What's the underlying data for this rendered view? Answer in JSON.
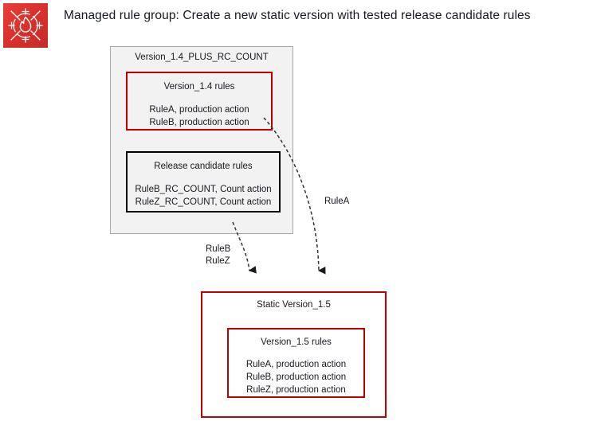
{
  "page": {
    "title": "Managed rule group: Create a new static version with tested release candidate rules",
    "logo_icon": "aws-waf-flame-target-icon",
    "background_color": "#ffffff"
  },
  "colors": {
    "red_border": "#c00000",
    "black_border": "#000000",
    "gray_fill": "#f2f2f2",
    "gray_border": "#a6a6a6",
    "logo_red": "#e8403a",
    "text": "#16191f",
    "arrow": "#333333"
  },
  "diagram": {
    "type": "flow-diagram",
    "outer_group": {
      "label": "Version_1.4_PLUS_RC_COUNT",
      "border_color": "#a6a6a6",
      "fill": "#f2f2f2"
    },
    "boxes": [
      {
        "id": "version_1_4_rules",
        "title": "Version_1.4 rules",
        "border_color": "#c00000",
        "lines": [
          "RuleA, production action",
          "RuleB, production action"
        ]
      },
      {
        "id": "release_candidate_rules",
        "title": "Release candidate rules",
        "border_color": "#000000",
        "lines": [
          "RuleB_RC_COUNT, Count action",
          "RuleZ_RC_COUNT, Count action"
        ]
      },
      {
        "id": "static_version_1_5",
        "title": "Static Version_1.5",
        "border_color": "#c00000",
        "lines": []
      },
      {
        "id": "version_1_5_rules",
        "title": "Version_1.5 rules",
        "border_color": "#c00000",
        "lines": [
          "RuleA, production action",
          "RuleB, production action",
          "RuleZ, production action"
        ]
      }
    ],
    "arrows": [
      {
        "id": "arrow-rulea",
        "label": "RuleA",
        "from": "version_1_4_rules",
        "to": "static_version_1_5",
        "style": "dashed-curved"
      },
      {
        "id": "arrow-rulebz",
        "label_line1": "RuleB",
        "label_line2": "RuleZ",
        "from": "release_candidate_rules",
        "to": "static_version_1_5",
        "style": "dashed-curved"
      }
    ]
  }
}
